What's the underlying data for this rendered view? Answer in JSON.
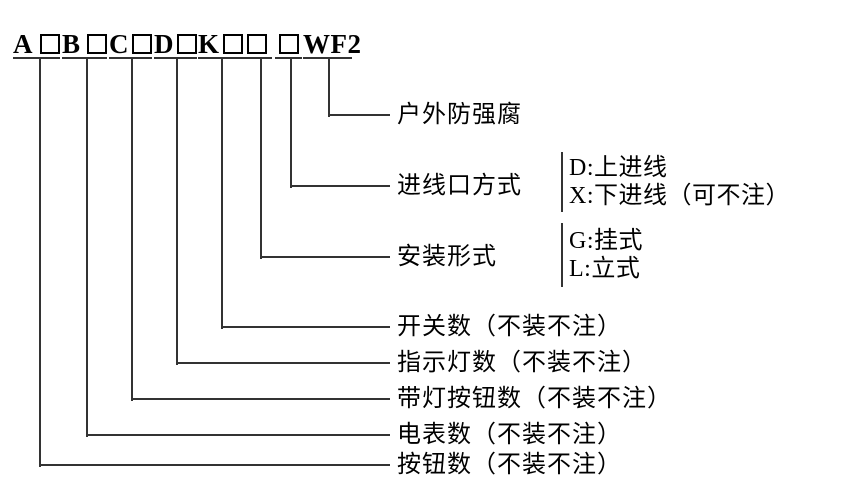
{
  "diagram": {
    "code_line": "A□B□C□D□K□□□WF2",
    "groups": [
      {
        "tokens": [
          "A",
          "□"
        ],
        "label": "按钮数（不装不注）"
      },
      {
        "tokens": [
          "B",
          "□"
        ],
        "label": "电表数（不装不注）"
      },
      {
        "tokens": [
          "C",
          "□"
        ],
        "label": "带灯按钮数（不装不注）"
      },
      {
        "tokens": [
          "D",
          "□"
        ],
        "label": "指示灯数（不装不注）"
      },
      {
        "tokens": [
          "K",
          "□"
        ],
        "label": "开关数（不装不注）"
      },
      {
        "tokens": [
          "□"
        ],
        "label": "安装形式",
        "options": [
          "G:挂式",
          "L:立式"
        ]
      },
      {
        "tokens": [
          "□"
        ],
        "label": "进线口方式",
        "options": [
          "D:上进线",
          "X:下进线（可不注）"
        ]
      },
      {
        "tokens": [
          "WF2"
        ],
        "label": "户外防强腐"
      }
    ],
    "colors": {
      "background": "#ffffff",
      "text": "#000000",
      "line": "#333333"
    }
  }
}
